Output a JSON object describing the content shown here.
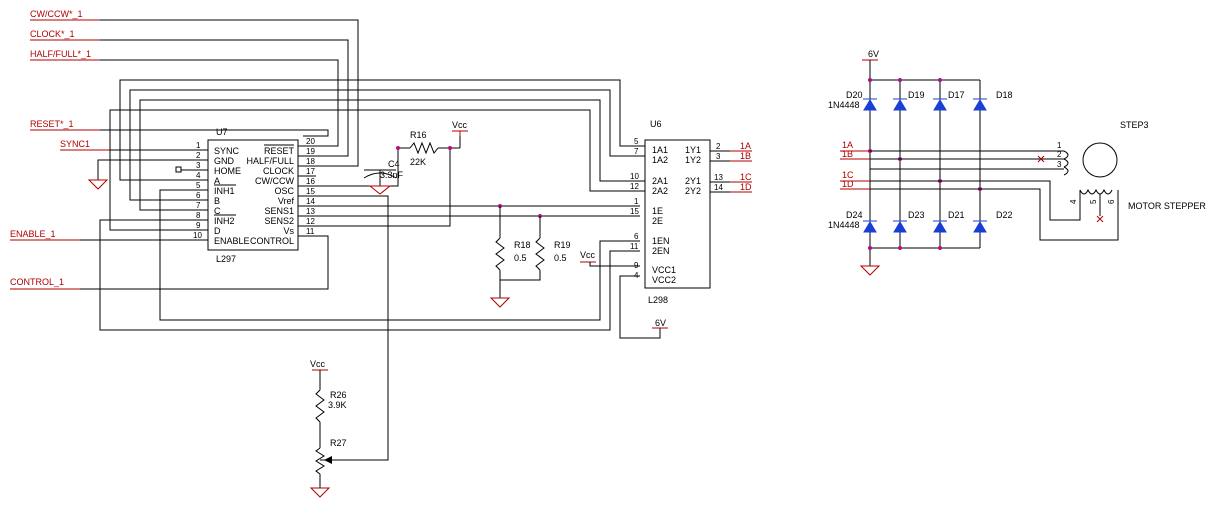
{
  "net_labels": {
    "cw": "CW/CCW*_1",
    "clock": "CLOCK*_1",
    "halffull": "HALF/FULL*_1",
    "reset": "RESET*_1",
    "sync": "SYNC1",
    "enable": "ENABLE_1",
    "control": "CONTROL_1",
    "out_1a": "1A",
    "out_1b": "1B",
    "out_1c": "1C",
    "out_1d": "1D",
    "mot_1a": "1A",
    "mot_1b": "1B",
    "mot_1c": "1C",
    "mot_1d": "1D"
  },
  "u7": {
    "ref": "U7",
    "part": "L297",
    "left_pins": [
      {
        "num": "1",
        "name": "SYNC"
      },
      {
        "num": "2",
        "name": "GND"
      },
      {
        "num": "3",
        "name": "HOME"
      },
      {
        "num": "4",
        "name": "A"
      },
      {
        "num": "5",
        "name": "INH1"
      },
      {
        "num": "6",
        "name": "B"
      },
      {
        "num": "7",
        "name": "C"
      },
      {
        "num": "8",
        "name": "INH2"
      },
      {
        "num": "9",
        "name": "D"
      },
      {
        "num": "10",
        "name": "ENABLE"
      }
    ],
    "right_pins": [
      {
        "num": "20",
        "name": "RESET"
      },
      {
        "num": "19",
        "name": "HALF/FULL"
      },
      {
        "num": "18",
        "name": "CLOCK"
      },
      {
        "num": "17",
        "name": "CW/CCW"
      },
      {
        "num": "16",
        "name": "OSC"
      },
      {
        "num": "15",
        "name": "Vref"
      },
      {
        "num": "14",
        "name": "SENS1"
      },
      {
        "num": "13",
        "name": "SENS2"
      },
      {
        "num": "12",
        "name": "Vs"
      },
      {
        "num": "11",
        "name": "CONTROL"
      }
    ]
  },
  "u6": {
    "ref": "U6",
    "part": "L298",
    "left_pins": [
      {
        "num": "5",
        "name": "1A1"
      },
      {
        "num": "7",
        "name": "1A2"
      },
      {
        "num": "10",
        "name": "2A1"
      },
      {
        "num": "12",
        "name": "2A2"
      },
      {
        "num": "1",
        "name": "1E"
      },
      {
        "num": "15",
        "name": "2E"
      },
      {
        "num": "6",
        "name": "1EN"
      },
      {
        "num": "11",
        "name": "2EN"
      },
      {
        "num": "9",
        "name": "VCC1"
      },
      {
        "num": "4",
        "name": "VCC2"
      }
    ],
    "right_pins": [
      {
        "num": "2",
        "name": "1Y1"
      },
      {
        "num": "3",
        "name": "1Y2"
      },
      {
        "num": "13",
        "name": "2Y1"
      },
      {
        "num": "14",
        "name": "2Y2"
      }
    ]
  },
  "components": {
    "c4_ref": "C4",
    "c4_val": "3.3nF",
    "r16_ref": "R16",
    "r16_val": "22K",
    "r18_ref": "R18",
    "r18_val": "0.5",
    "r19_ref": "R19",
    "r19_val": "0.5",
    "r26_ref": "R26",
    "r26_val": "3.9K",
    "r27_ref": "R27",
    "vcc1": "Vcc",
    "vcc2": "Vcc",
    "vcc3": "Vcc",
    "v6_top": "6V",
    "v6_bot": "6V",
    "d20": "D20",
    "d19": "D19",
    "d17": "D17",
    "d18": "D18",
    "d24": "D24",
    "d23": "D23",
    "d21": "D21",
    "d22": "D22",
    "dtype1": "1N4448",
    "dtype2": "1N4448",
    "step_ref": "STEP3",
    "step_name": "MOTOR STEPPER",
    "step_pins": [
      "1",
      "2",
      "3",
      "4",
      "5",
      "6"
    ]
  }
}
